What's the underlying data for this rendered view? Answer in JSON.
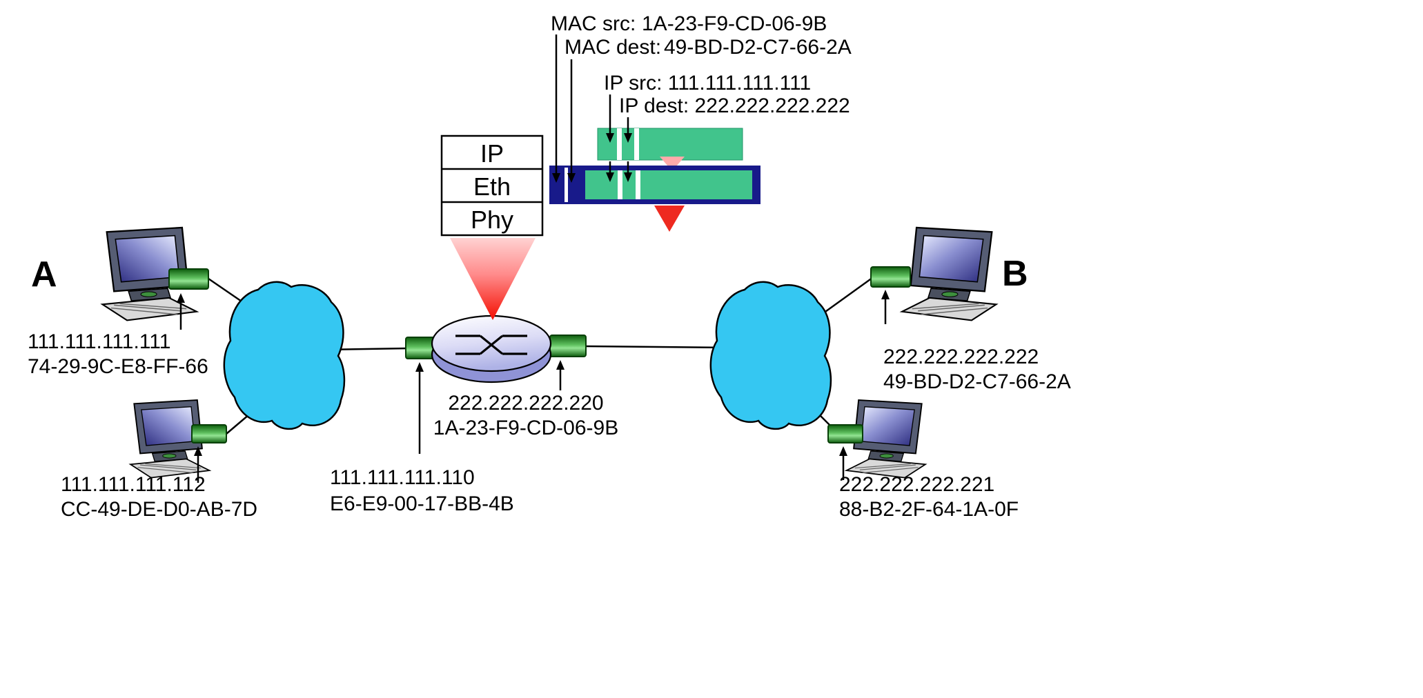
{
  "colors": {
    "cloud": "#35c7f2",
    "frame_navy": "#181a8a",
    "datagram_green": "#41c48c",
    "accent_red": "#ee2a20",
    "value_red": "#ff0000",
    "pink": "#ffaaaa"
  },
  "annotations": {
    "mac_src_label": "MAC src:",
    "mac_src_value": "1A-23-F9-CD-06-9B",
    "mac_dest_label": "MAC dest:",
    "mac_dest_value": "49-BD-D2-C7-66-2A",
    "ip_src": "IP src: 111.111.111.111",
    "ip_dest": "IP dest: 222.222.222.222"
  },
  "protocol_stack": {
    "layers": [
      "IP",
      "Eth",
      "Phy"
    ]
  },
  "router": {
    "right_if_ip": "222.222.222.220",
    "right_if_mac": "1A-23-F9-CD-06-9B",
    "left_if_ip": "111.111.111.110",
    "left_if_mac": "E6-E9-00-17-BB-4B"
  },
  "hosts": {
    "a": {
      "label": "A",
      "ip": "111.111.111.111",
      "mac": "74-29-9C-E8-FF-66"
    },
    "a2": {
      "ip": "111.111.111.112",
      "mac": "CC-49-DE-D0-AB-7D"
    },
    "b": {
      "label": "B",
      "ip": "222.222.222.222",
      "mac": "49-BD-D2-C7-66-2A"
    },
    "b2": {
      "ip": "222.222.222.221",
      "mac": "88-B2-2F-64-1A-0F"
    }
  }
}
